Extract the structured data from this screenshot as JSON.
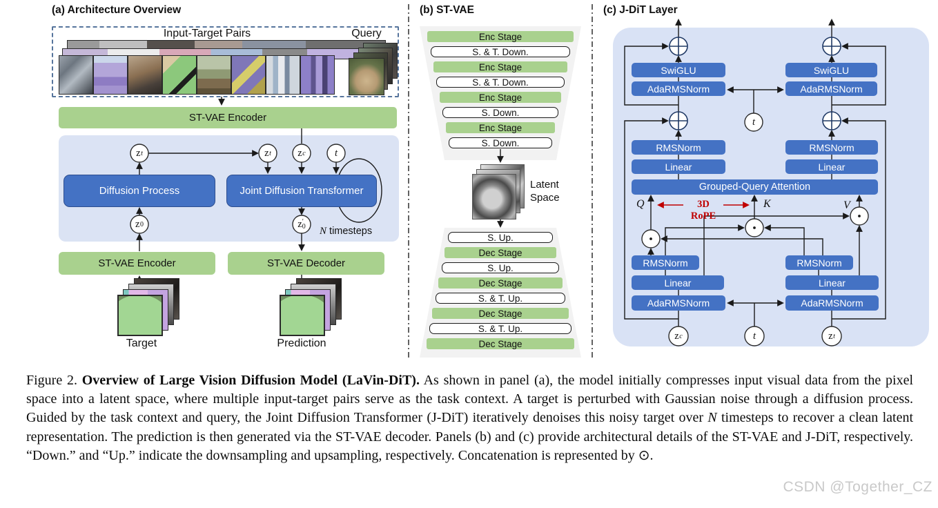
{
  "panel_a": {
    "title": "(a) Architecture Overview",
    "input_target_pairs": "Input-Target Pairs",
    "query": "Query",
    "st_vae_encoder_top": "ST-VAE Encoder",
    "diffusion_process": "Diffusion Process",
    "joint_diffusion_transformer": "Joint Diffusion Transformer",
    "n_timesteps_n": "N",
    "n_timesteps_rest": " timesteps",
    "st_vae_encoder_bottom": "ST-VAE Encoder",
    "st_vae_decoder": "ST-VAE Decoder",
    "target": "Target",
    "prediction": "Prediction",
    "nodes": {
      "zt_left": {
        "base": "z",
        "sub": "t"
      },
      "zt_right": {
        "base": "z",
        "sub": "t"
      },
      "zc": {
        "base": "z",
        "sub": "c"
      },
      "t": {
        "base": "t"
      },
      "z0": {
        "base": "z",
        "sub": "0"
      },
      "z0_prime": {
        "base": "z",
        "prime": "′",
        "sub": "0"
      }
    }
  },
  "panel_b": {
    "title": "(b) ST-VAE",
    "encoder_stack": [
      {
        "label": "Enc Stage",
        "type": "stage"
      },
      {
        "label": "S. & T. Down.",
        "type": "op"
      },
      {
        "label": "Enc Stage",
        "type": "stage"
      },
      {
        "label": "S. & T. Down.",
        "type": "op"
      },
      {
        "label": "Enc Stage",
        "type": "stage"
      },
      {
        "label": "S. Down.",
        "type": "op"
      },
      {
        "label": "Enc Stage",
        "type": "stage"
      },
      {
        "label": "S. Down.",
        "type": "op"
      }
    ],
    "latent_space": "Latent Space",
    "decoder_stack": [
      {
        "label": "S. Up.",
        "type": "op"
      },
      {
        "label": "Dec Stage",
        "type": "stage"
      },
      {
        "label": "S. Up.",
        "type": "op"
      },
      {
        "label": "Dec Stage",
        "type": "stage"
      },
      {
        "label": "S. & T. Up.",
        "type": "op"
      },
      {
        "label": "Dec Stage",
        "type": "stage"
      },
      {
        "label": "S. & T. Up.",
        "type": "op"
      },
      {
        "label": "Dec Stage",
        "type": "stage"
      }
    ]
  },
  "panel_c": {
    "title": "(c) J-DiT Layer",
    "swiglu": "SwiGLU",
    "adarmsnorm": "AdaRMSNorm",
    "rmsnorm": "RMSNorm",
    "linear": "Linear",
    "gqa": "Grouped-Query Attention",
    "rope": "3D RoPE",
    "q": "Q",
    "k": "K",
    "v": "V",
    "nodes": {
      "t_top": {
        "base": "t"
      },
      "zc": {
        "base": "z",
        "sub": "c"
      },
      "t_bottom": {
        "base": "t"
      },
      "zt": {
        "base": "z",
        "sub": "t"
      }
    }
  },
  "caption": {
    "figure_label": "Figure 2.",
    "bold_title": "Overview of Large Vision Diffusion Model (LaVin-DiT).",
    "body_1": "As shown in panel (a), the model initially compresses input visual data from the pixel space into a latent space, where multiple input-target pairs serve as the task context. A target is perturbed with Gaussian noise through a diffusion process. Guided by the task context and query, the Joint Diffusion Transformer (J-DiT) iteratively denoises this noisy target over",
    "body_n": "N",
    "body_2": "timesteps to recover a clean latent representation. The prediction is then generated via the ST-VAE decoder. Panels (b) and (c) provide architectural details of the ST-VAE and J-DiT, respectively. “Down.” and “Up.” indicate the downsampling and upsampling, respectively. Concatenation is represented by ⊙."
  },
  "watermark": "CSDN @Together_CZ",
  "colors": {
    "green": "#a9d18e",
    "box_blue": "#4472c4",
    "panel_blue": "#dbe3f4",
    "rope_red": "#c00000"
  }
}
